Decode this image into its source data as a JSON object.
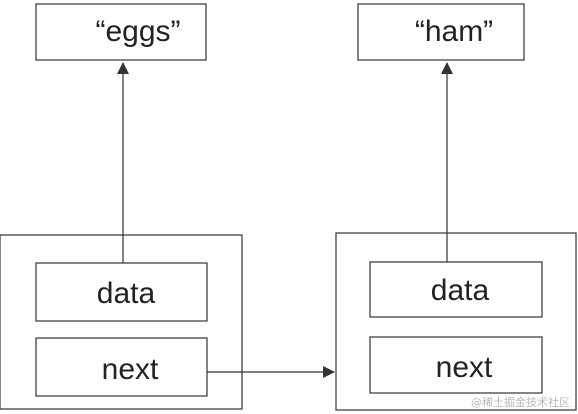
{
  "values": {
    "first": "“eggs”",
    "second": "“ham”"
  },
  "nodes": [
    {
      "data_label": "data",
      "next_label": "next"
    },
    {
      "data_label": "data",
      "next_label": "next"
    }
  ],
  "watermark": "@稀土掘金技术社区",
  "colors": {
    "stroke": "#333333",
    "text": "#222222",
    "watermark": "#b8b8b8"
  }
}
